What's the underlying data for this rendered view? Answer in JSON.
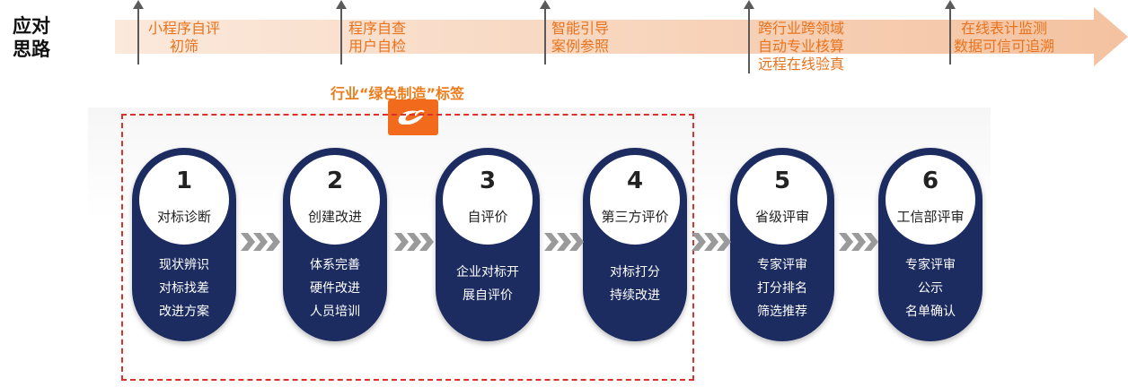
{
  "header": {
    "title_line1": "应对",
    "title_line2": "思路"
  },
  "milestones": [
    {
      "lines": [
        "小程序自评",
        "初筛"
      ]
    },
    {
      "lines": [
        "程序自查",
        "用户自检"
      ]
    },
    {
      "lines": [
        "智能引导",
        "案例参照"
      ]
    },
    {
      "lines": [
        "跨行业跨领域",
        "自动专业核算",
        "远程在线验真"
      ]
    },
    {
      "lines": [
        "在线表计监测",
        "数据可信可追溯"
      ]
    }
  ],
  "tag": {
    "label": "行业“绿色制造”标签"
  },
  "logo_icon": "alibaba-logo-icon",
  "steps": [
    {
      "number": "1",
      "name": "对标诊断",
      "items": [
        "现状辨识",
        "对标找差",
        "改进方案"
      ]
    },
    {
      "number": "2",
      "name": "创建改进",
      "items": [
        "体系完善",
        "硬件改进",
        "人员培训"
      ]
    },
    {
      "number": "3",
      "name": "自评价",
      "items": [
        "企业对标开",
        "展自评价"
      ]
    },
    {
      "number": "4",
      "name": "第三方评价",
      "items": [
        "对标打分",
        "持续改进"
      ]
    },
    {
      "number": "5",
      "name": "省级评审",
      "items": [
        "专家评审",
        "打分排名",
        "筛选推荐"
      ]
    },
    {
      "number": "6",
      "name": "工信部评审",
      "items": [
        "专家评审",
        "公示",
        "名单确认"
      ]
    }
  ],
  "colors": {
    "accent": "#e8731c",
    "pill": "#1c2c60",
    "dash": "#d9312b",
    "chevron": "#9a9a9a"
  }
}
